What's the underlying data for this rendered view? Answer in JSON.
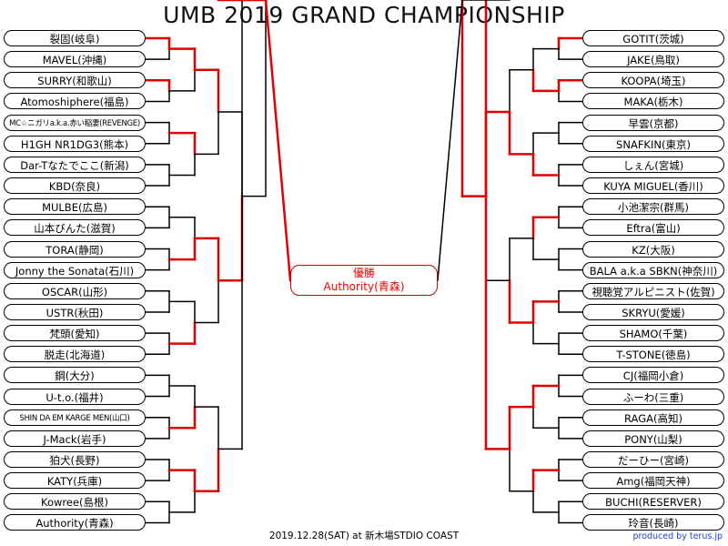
{
  "title": "UMB 2019 GRAND CHAMPIONSHIP",
  "champion": {
    "label": "優勝",
    "name": "Authority(青森)"
  },
  "footer": "2019.12.28(SAT) at 新木場STDIO COAST",
  "credit": "produced by terus.jp",
  "colors": {
    "win_line": "#e00000",
    "lose_line": "#000000"
  },
  "left_players": [
    "裂固(岐阜)",
    "MAVEL(沖縄)",
    "SURRY(和歌山)",
    "Atomoshiphere(福島)",
    "MC☆ニガリa.k.a.赤い稲妻(REVENGE)",
    "H1GH NR1DG3(熊本)",
    "Dar-Tなたでここ(新潟)",
    "KBD(奈良)",
    "MULBE(広島)",
    "山本びんた(滋賀)",
    "TORA(静岡)",
    "Jonny the Sonata(石川)",
    "OSCAR(山形)",
    "USTR(秋田)",
    "梵頭(愛知)",
    "脱走(北海道)",
    "鋼(大分)",
    "U-t.o.(福井)",
    "SHIN DA EM KARGE MEN(山口)",
    "J-Mack(岩手)",
    "狛犬(長野)",
    "KATY(兵庫)",
    "Kowree(島根)",
    "Authority(青森)"
  ],
  "right_players": [
    "GOTIT(茨城)",
    "JAKE(鳥取)",
    "KOOPA(埼玉)",
    "MAKA(栃木)",
    "早雲(京都)",
    "SNAFKIN(東京)",
    "しぇん(宮城)",
    "KUYA MIGUEL(香川)",
    "小池潔宗(群馬)",
    "Eftra(富山)",
    "KZ(大阪)",
    "BALA a.k.a SBKN(神奈川)",
    "視聴覚アルピニスト(佐賀)",
    "SKRYU(愛媛)",
    "SHAMO(千葉)",
    "T-STONE(徳島)",
    "CJ(福岡小倉)",
    "ふーわ(三重)",
    "RAGA(高知)",
    "PONY(山梨)",
    "だーひー(宮崎)",
    "Amg(福岡天神)",
    "BUCHI(RESERVER)",
    "玲音(長崎)"
  ],
  "bracket": {
    "left": {
      "r1_winners": [
        0,
        2,
        3,
        5,
        6,
        8,
        10,
        11,
        12,
        14,
        15,
        17,
        18,
        20,
        21,
        23
      ],
      "r2_winners": [
        0,
        2,
        5,
        7,
        9,
        10,
        12,
        14
      ],
      "r3_winners": [
        0,
        2,
        5,
        7
      ],
      "r4_winners": [
        1,
        3
      ],
      "r5_winners": [
        1
      ],
      "finalist": true
    },
    "right": {
      "r1_winners": [
        0,
        2,
        3,
        5,
        6,
        8,
        10,
        11,
        12,
        14,
        15,
        17,
        18,
        20,
        21,
        23
      ],
      "r2_winners": [
        1,
        3,
        4,
        6,
        8,
        10,
        13,
        15
      ],
      "r3_winners": [
        1,
        3,
        4,
        6
      ],
      "r4_winners": [
        0,
        2
      ],
      "r5_winners": [
        0
      ],
      "finalist": false
    }
  }
}
